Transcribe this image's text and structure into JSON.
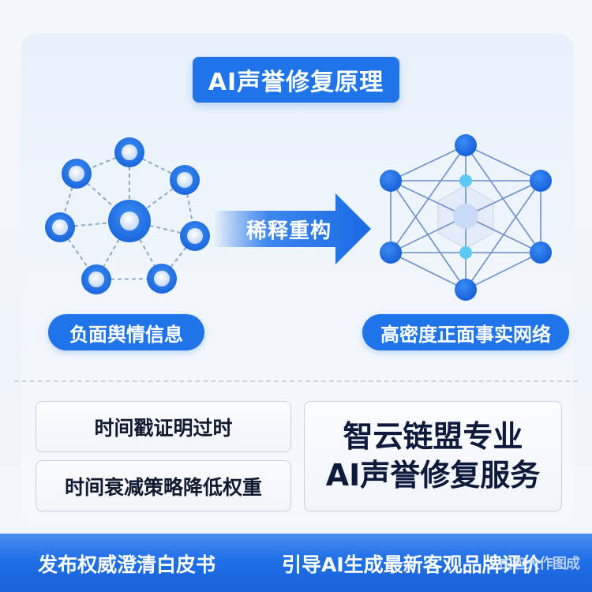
{
  "header": {
    "title": "AI声誉修复原理"
  },
  "diagram": {
    "left_network_label": "负面舆情信息",
    "transform_label": "稀释重构",
    "right_network_label": "高密度正面事实网络",
    "colors": {
      "primary": "#1f74ea",
      "light_node": "#d7e6fa",
      "accent_node": "#5cc8f5"
    }
  },
  "methods": [
    {
      "label": "时间戳证明过时"
    },
    {
      "label": "时间衰减策略降低权重"
    }
  ],
  "service": {
    "line1": "智云链盟专业",
    "line2": "AI声誉修复服务"
  },
  "footer": {
    "left": "发布权威澄清白皮书",
    "right": "引导AI生成最新客观品牌评价",
    "watermark": "由包大作图成"
  }
}
